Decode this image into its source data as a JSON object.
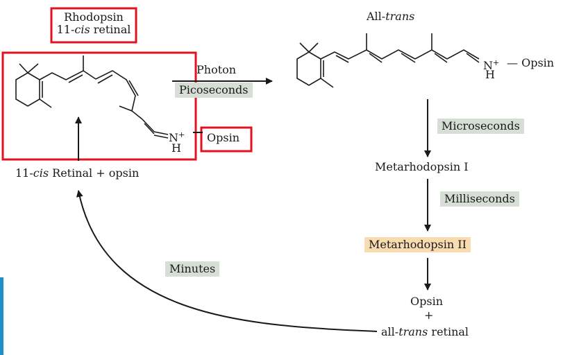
{
  "colors": {
    "highlight_box": "#e0141e",
    "gray_tag": "#d6ded6",
    "orange_tag": "#f8dbb0",
    "edge_accent": "#1e90c8",
    "line": "#1a1a1a"
  },
  "rhodopsin_box": {
    "line1": "Rhodopsin",
    "line2_prefix": "11-",
    "line2_italic": "cis",
    "line2_suffix": " retinal"
  },
  "all_trans_title": {
    "prefix": "All-",
    "italic": "trans"
  },
  "left_molecule": {
    "n_plus": "N",
    "plus": "+",
    "h": "H",
    "opsin_label": "Opsin"
  },
  "right_molecule": {
    "n_plus": "N",
    "plus": "+",
    "h": "H",
    "opsin_label": "— Opsin"
  },
  "cis_retinal_plus_opsin": {
    "prefix": "11-",
    "italic": "cis",
    "suffix": " Retinal + opsin"
  },
  "steps": {
    "photon": "Photon",
    "picoseconds": "Picoseconds",
    "microseconds": "Microseconds",
    "metarhodopsin_1": "Metarhodopsin I",
    "milliseconds": "Milliseconds",
    "metarhodopsin_2": "Metarhodopsin II",
    "minutes": "Minutes"
  },
  "products": {
    "opsin": "Opsin",
    "plus": "+",
    "all_trans_prefix": "all-",
    "all_trans_italic": "trans",
    "all_trans_suffix": " retinal"
  }
}
